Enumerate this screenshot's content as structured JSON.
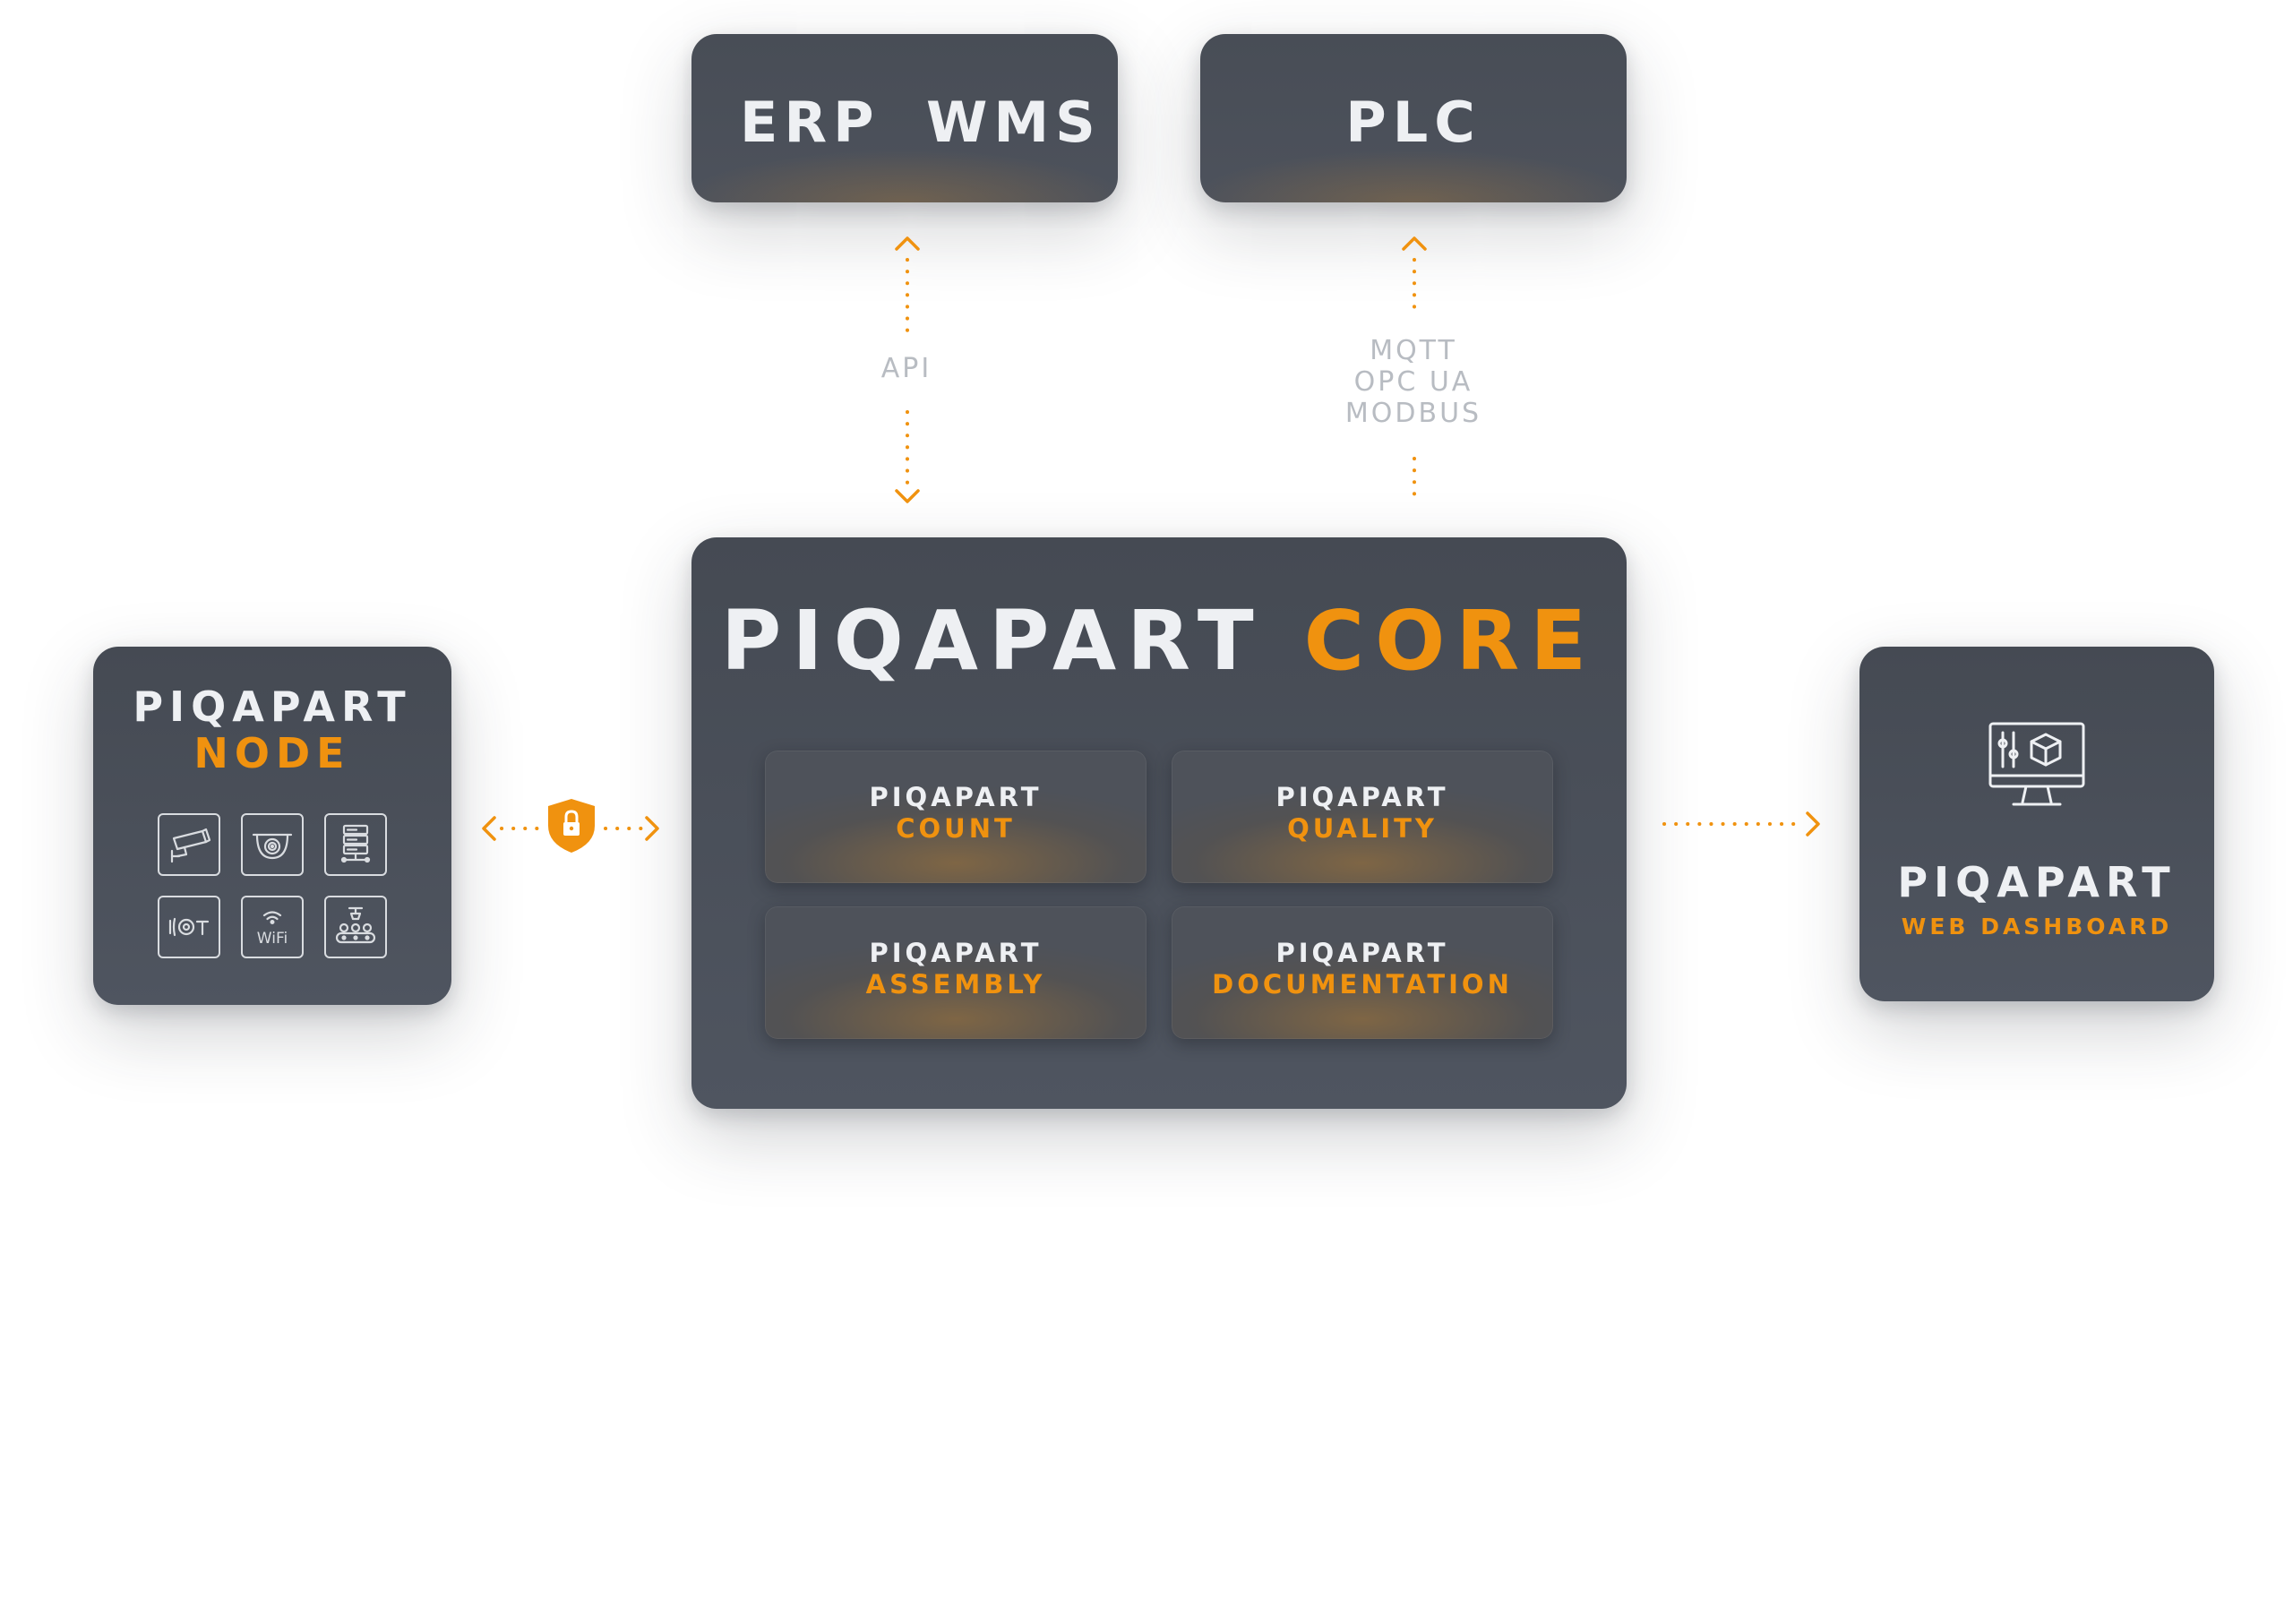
{
  "top_boxes": {
    "erp": "ERP",
    "wms": "WMS",
    "plc": "PLC"
  },
  "protocols": {
    "api": "API",
    "mqtt": "MQTT",
    "opcua": "OPC UA",
    "modbus": "MODBUS"
  },
  "core": {
    "brand": "PIQAPART",
    "name": "CORE",
    "modules": [
      {
        "brand": "PIQAPART",
        "name": "COUNT"
      },
      {
        "brand": "PIQAPART",
        "name": "QUALITY"
      },
      {
        "brand": "PIQAPART",
        "name": "ASSEMBLY"
      },
      {
        "brand": "PIQAPART",
        "name": "DOCUMENTATION"
      }
    ]
  },
  "node": {
    "brand": "PIQAPART",
    "name": "NODE",
    "icons": [
      "security-camera-icon",
      "dome-camera-icon",
      "server-icon",
      "rfid-icon",
      "wifi-icon",
      "robot-conveyor-icon"
    ],
    "wifi_label": "WiFi"
  },
  "dashboard": {
    "brand": "PIQAPART",
    "name": "WEB DASHBOARD",
    "icon": "monitor-settings-icon"
  },
  "colors": {
    "accent": "#f0920f",
    "box": "#4a4f58",
    "text": "#eef0f3",
    "protocol_text": "#b8bcc2"
  }
}
